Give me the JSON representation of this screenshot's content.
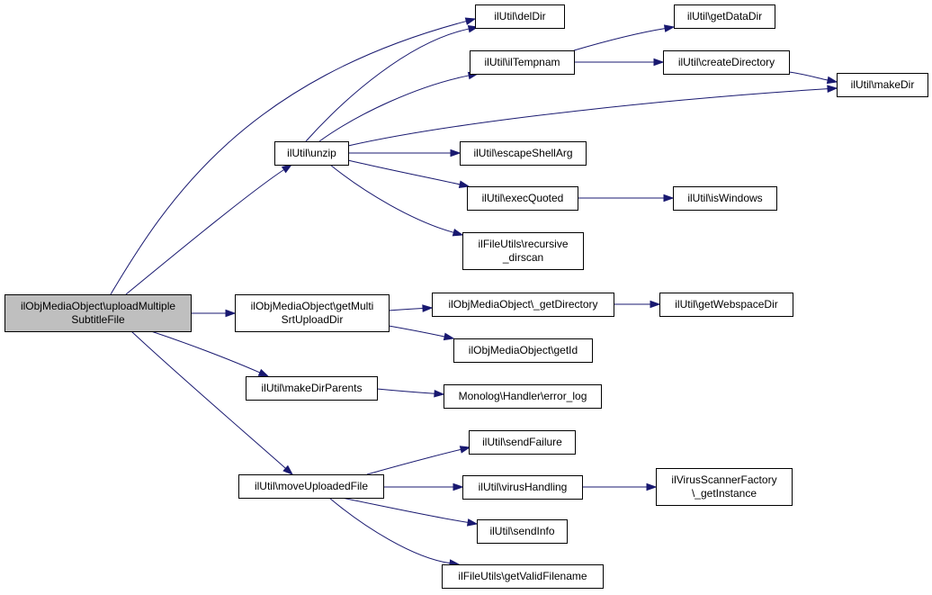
{
  "colors": {
    "edge": "#191970",
    "root_fill": "#bfbfbf",
    "node_fill": "#ffffff",
    "border": "#000000"
  },
  "nodes": [
    {
      "id": "root",
      "lines": [
        "ilObjMediaObject\\uploadMultiple",
        "SubtitleFile"
      ],
      "root": true
    },
    {
      "id": "deldir",
      "lines": [
        "ilUtil\\delDir"
      ]
    },
    {
      "id": "unzip",
      "lines": [
        "ilUtil\\unzip"
      ]
    },
    {
      "id": "getmulti",
      "lines": [
        "ilObjMediaObject\\getMulti",
        "SrtUploadDir"
      ]
    },
    {
      "id": "makedirparents",
      "lines": [
        "ilUtil\\makeDirParents"
      ]
    },
    {
      "id": "moveuploaded",
      "lines": [
        "ilUtil\\moveUploadedFile"
      ]
    },
    {
      "id": "iltempnam",
      "lines": [
        "ilUtil\\ilTempnam"
      ]
    },
    {
      "id": "getdatadir",
      "lines": [
        "ilUtil\\getDataDir"
      ]
    },
    {
      "id": "createdir",
      "lines": [
        "ilUtil\\createDirectory"
      ]
    },
    {
      "id": "makedir",
      "lines": [
        "ilUtil\\makeDir"
      ]
    },
    {
      "id": "escapeshell",
      "lines": [
        "ilUtil\\escapeShellArg"
      ]
    },
    {
      "id": "execquoted",
      "lines": [
        "ilUtil\\execQuoted"
      ]
    },
    {
      "id": "iswindows",
      "lines": [
        "ilUtil\\isWindows"
      ]
    },
    {
      "id": "recdirscan",
      "lines": [
        "ilFileUtils\\recursive",
        "_dirscan"
      ]
    },
    {
      "id": "getdirectory",
      "lines": [
        "ilObjMediaObject\\_getDirectory"
      ]
    },
    {
      "id": "webspacedir",
      "lines": [
        "ilUtil\\getWebspaceDir"
      ]
    },
    {
      "id": "getid",
      "lines": [
        "ilObjMediaObject\\getId"
      ]
    },
    {
      "id": "errorlog",
      "lines": [
        "Monolog\\Handler\\error_log"
      ]
    },
    {
      "id": "sendfailure",
      "lines": [
        "ilUtil\\sendFailure"
      ]
    },
    {
      "id": "virushandling",
      "lines": [
        "ilUtil\\virusHandling"
      ]
    },
    {
      "id": "virusscanner",
      "lines": [
        "ilVirusScannerFactory",
        "\\_getInstance"
      ]
    },
    {
      "id": "sendinfo",
      "lines": [
        "ilUtil\\sendInfo"
      ]
    },
    {
      "id": "validfilename",
      "lines": [
        "ilFileUtils\\getValidFilename"
      ]
    }
  ],
  "edges": [
    [
      "root",
      "deldir"
    ],
    [
      "root",
      "unzip"
    ],
    [
      "root",
      "getmulti"
    ],
    [
      "root",
      "makedirparents"
    ],
    [
      "root",
      "moveuploaded"
    ],
    [
      "unzip",
      "deldir"
    ],
    [
      "unzip",
      "iltempnam"
    ],
    [
      "unzip",
      "makedir"
    ],
    [
      "unzip",
      "escapeshell"
    ],
    [
      "unzip",
      "execquoted"
    ],
    [
      "unzip",
      "recdirscan"
    ],
    [
      "iltempnam",
      "getdatadir"
    ],
    [
      "iltempnam",
      "createdir"
    ],
    [
      "createdir",
      "makedir"
    ],
    [
      "execquoted",
      "iswindows"
    ],
    [
      "getmulti",
      "getdirectory"
    ],
    [
      "getmulti",
      "getid"
    ],
    [
      "getdirectory",
      "webspacedir"
    ],
    [
      "makedirparents",
      "errorlog"
    ],
    [
      "moveuploaded",
      "sendfailure"
    ],
    [
      "moveuploaded",
      "virushandling"
    ],
    [
      "moveuploaded",
      "sendinfo"
    ],
    [
      "moveuploaded",
      "validfilename"
    ],
    [
      "virushandling",
      "virusscanner"
    ]
  ]
}
